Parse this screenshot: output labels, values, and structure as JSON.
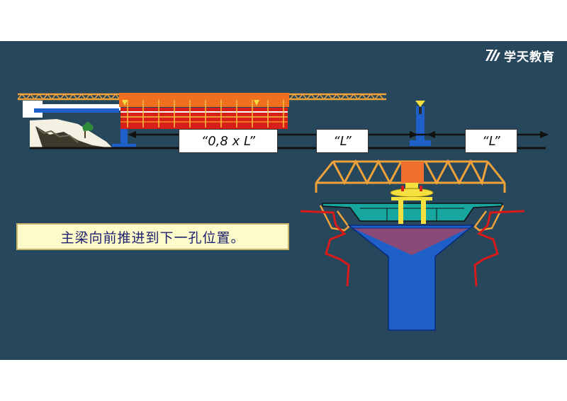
{
  "brand": {
    "name": "学天教育",
    "logo_icon": "stripe-logo-icon"
  },
  "labels": {
    "span_08": "“0,8  x  L”",
    "span_l1": "“L”",
    "span_l2": "“L”"
  },
  "caption": "主梁向前推进到下一孔位置。",
  "colors": {
    "background": "#27475c",
    "truss": "#f0a23a",
    "girder": "#e8201a",
    "pier": "#1f5fc8",
    "cap_fill": "#8a4a78",
    "deck_teal": "#18a7a0",
    "caption_bg": "#fdfbc9",
    "bracket": "#d81a1a"
  }
}
